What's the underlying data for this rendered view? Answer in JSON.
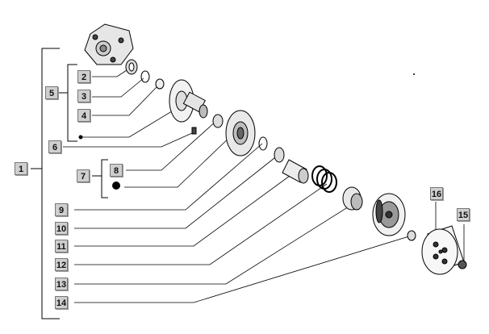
{
  "labels": {
    "l1": "1",
    "l2": "2",
    "l3": "3",
    "l4": "4",
    "l5": "5",
    "l6": "6",
    "l7": "7",
    "l8": "8",
    "l9": "9",
    "l10": "10",
    "l11": "11",
    "l12": "12",
    "l13": "13",
    "l14": "14",
    "l15": "15",
    "l16": "16"
  },
  "colors": {
    "line": "#000000",
    "label_fill": "#cfcfcf",
    "label_border": "#777777",
    "part_fill": "#eeeeee",
    "part_shade": "#555555"
  }
}
